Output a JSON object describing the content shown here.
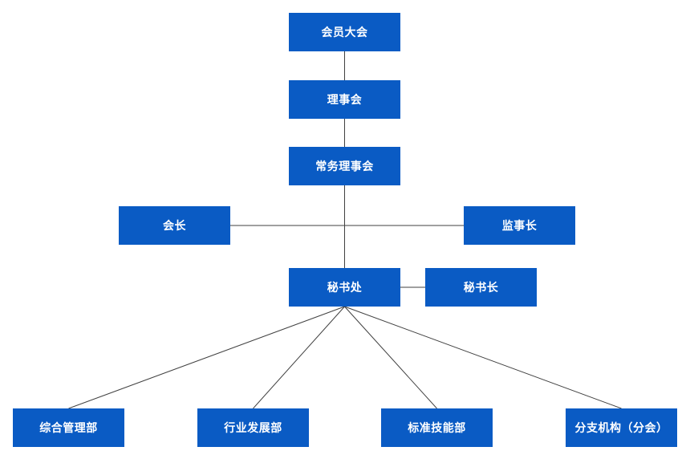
{
  "org_chart": {
    "nodes": {
      "general_assembly": "会员大会",
      "council": "理事会",
      "standing_council": "常务理事会",
      "president": "会长",
      "chief_supervisor": "监事长",
      "secretariat": "秘书处",
      "secretary_general": "秘书长"
    },
    "departments": [
      "综合管理部",
      "行业发展部",
      "标准技能部",
      "分支机构（分会）"
    ]
  },
  "colors": {
    "box_fill": "#0a5bc4",
    "box_text": "#ffffff",
    "connector": "#404040",
    "background": "#ffffff"
  }
}
